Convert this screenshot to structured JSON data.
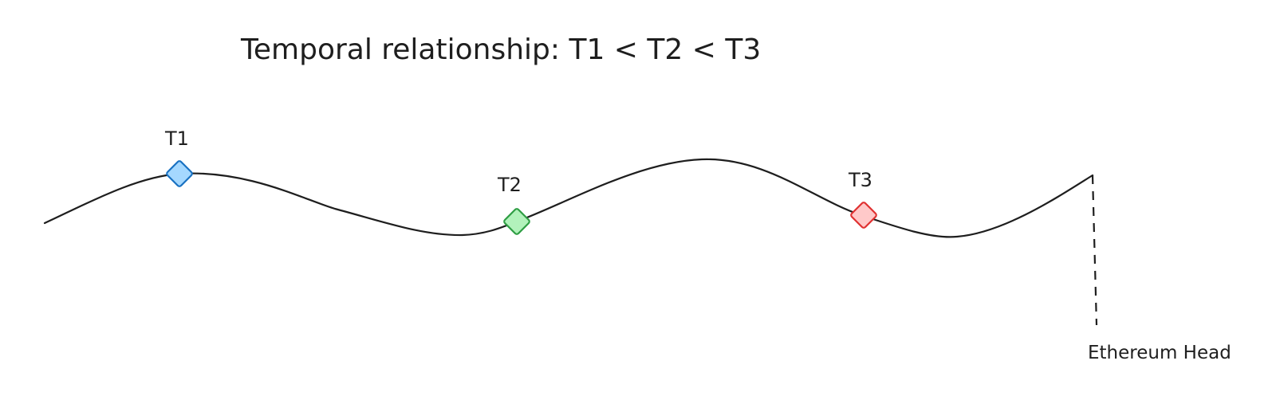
{
  "title": "Temporal relationship: T1 < T2 < T3",
  "markers": [
    {
      "label": "T1",
      "fill": "#a5d8ff",
      "stroke": "#1971c2"
    },
    {
      "label": "T2",
      "fill": "#b2f2bb",
      "stroke": "#2f9e44"
    },
    {
      "label": "T3",
      "fill": "#ffc9c9",
      "stroke": "#e03131"
    }
  ],
  "head": {
    "label": "Ethereum Head"
  },
  "colors": {
    "ink": "#1e1e1e"
  }
}
